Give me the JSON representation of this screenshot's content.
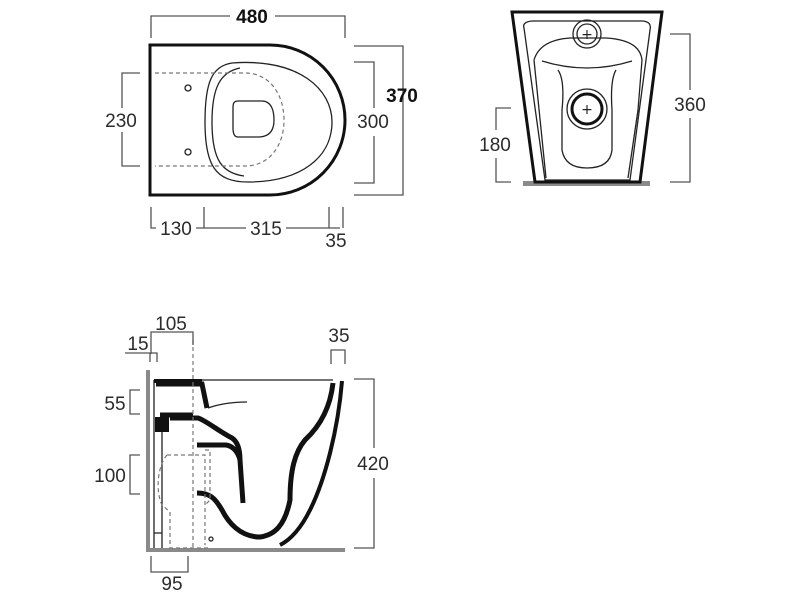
{
  "top_view": {
    "width_overall": "480",
    "depth_overall": "370",
    "seat_depth": "300",
    "fixing_spacing": "230",
    "fixing_offset": "130",
    "fixing_to_rim": "315",
    "rim_front": "35"
  },
  "front_view": {
    "height": "360",
    "outlet_height": "180"
  },
  "side_view": {
    "inlet_offset": "105",
    "wall_gap": "15",
    "rim_thickness": "35",
    "inlet_height": "55",
    "outlet_zone": "100",
    "height": "420",
    "outlet_offset": "95"
  }
}
